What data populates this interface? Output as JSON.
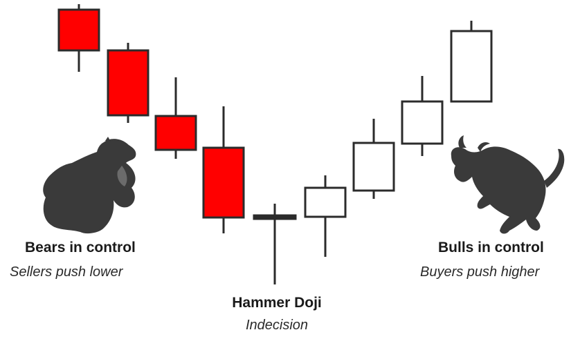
{
  "candles": [
    {
      "kind": "bearish"
    },
    {
      "kind": "bearish"
    },
    {
      "kind": "bearish"
    },
    {
      "kind": "bearish"
    },
    {
      "kind": "doji"
    },
    {
      "kind": "bullish"
    },
    {
      "kind": "bullish"
    },
    {
      "kind": "bullish"
    },
    {
      "kind": "bullish"
    }
  ],
  "colors": {
    "bearish_body": "#ff0000",
    "bullish_body": "#ffffff",
    "outline": "#2b2b2b",
    "animal": "#3a3a3a"
  },
  "icons": {
    "bear": "bear-icon",
    "bull": "bull-icon"
  },
  "labels": {
    "bears_title": "Bears in control",
    "bears_subtitle": "Sellers push lower",
    "doji_title": "Hammer Doji",
    "doji_subtitle": "Indecision",
    "bulls_title": "Bulls in control",
    "bulls_subtitle": "Buyers push higher"
  }
}
